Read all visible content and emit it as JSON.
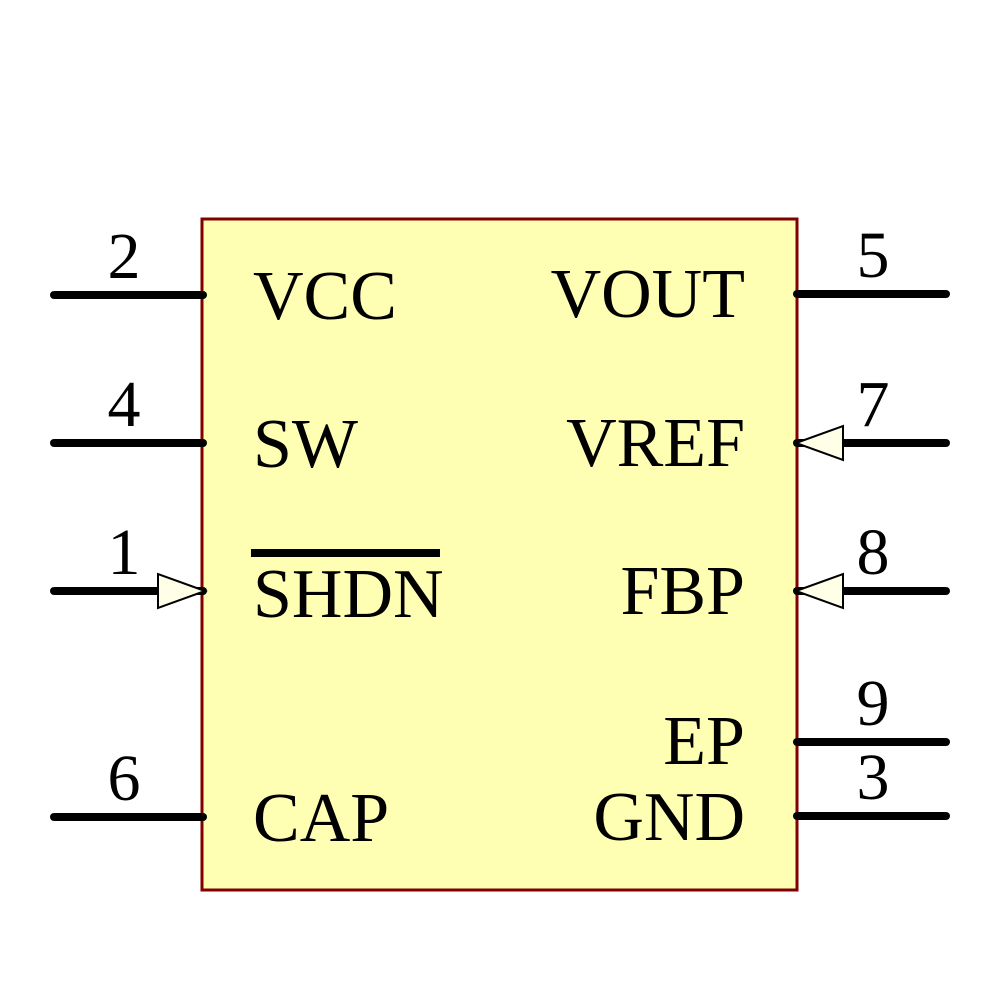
{
  "component": {
    "type_label": "schematic-ic-symbol",
    "colors": {
      "body-fill": "#FFFFB3",
      "body-border": "#800000",
      "arrow-fill": "#FFFFE8",
      "line-color": "#000000",
      "text-color": "#000000"
    },
    "left_pins": [
      {
        "number": "2",
        "label": "VCC",
        "input_arrow": false,
        "overline": false
      },
      {
        "number": "4",
        "label": "SW",
        "input_arrow": false,
        "overline": false
      },
      {
        "number": "1",
        "label": "SHDN",
        "input_arrow": true,
        "overline": true
      },
      {
        "number": "6",
        "label": "CAP",
        "input_arrow": false,
        "overline": false
      }
    ],
    "right_pins": [
      {
        "number": "5",
        "label": "VOUT",
        "input_arrow": false,
        "overline": false
      },
      {
        "number": "7",
        "label": "VREF",
        "input_arrow": true,
        "overline": false
      },
      {
        "number": "8",
        "label": "FBP",
        "input_arrow": true,
        "overline": false
      },
      {
        "number": "9",
        "label": "EP",
        "input_arrow": false,
        "overline": false
      },
      {
        "number": "3",
        "label": "GND",
        "input_arrow": false,
        "overline": false
      }
    ]
  }
}
